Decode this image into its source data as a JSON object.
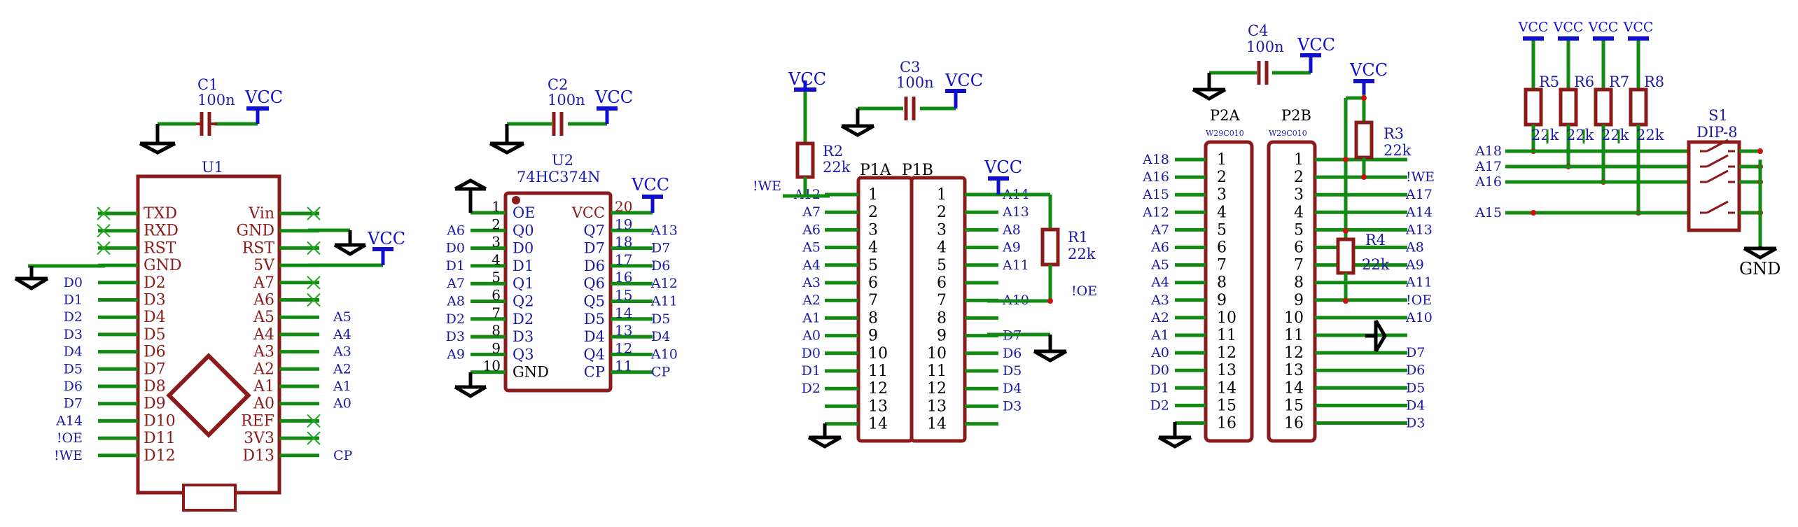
{
  "colors": {
    "wire": "#138a13",
    "component": "#8b1a1a",
    "net_label": "#1a1aa6",
    "power": "#1010cc",
    "ground": "#000000",
    "no_connect": "#1ea81e",
    "junction": "#cc1111"
  },
  "u1": {
    "ref": "U1",
    "left_pins": [
      "TXD",
      "RXD",
      "RST",
      "GND",
      "D2",
      "D3",
      "D4",
      "D5",
      "D6",
      "D7",
      "D8",
      "D9",
      "D10",
      "D11",
      "D12"
    ],
    "right_pins": [
      "Vin",
      "GND",
      "RST",
      "5V",
      "A7",
      "A6",
      "A5",
      "A4",
      "A3",
      "A2",
      "A1",
      "A0",
      "REF",
      "3V3",
      "D13"
    ],
    "left_nets": [
      "",
      "",
      "",
      "",
      "D0",
      "D1",
      "D2",
      "D3",
      "D4",
      "D5",
      "D6",
      "D7",
      "A14",
      "!OE",
      "!WE"
    ],
    "right_nets": [
      "",
      "",
      "",
      "",
      "",
      "",
      "A5",
      "A4",
      "A3",
      "A2",
      "A1",
      "A0",
      "",
      "",
      "CP"
    ],
    "c1": {
      "ref": "C1",
      "value": "100n"
    },
    "vcc_top": "VCC",
    "vcc_side": "VCC"
  },
  "u2": {
    "ref": "U2",
    "value": "74HC374N",
    "left_nums": [
      "1",
      "2",
      "3",
      "4",
      "5",
      "6",
      "7",
      "8",
      "9",
      "10"
    ],
    "left_pins": [
      "OE",
      "Q0",
      "D0",
      "D1",
      "Q1",
      "Q2",
      "D2",
      "D3",
      "Q3",
      "GND"
    ],
    "left_nets": [
      "",
      "A6",
      "D0",
      "D1",
      "A7",
      "A8",
      "D2",
      "D3",
      "A9",
      ""
    ],
    "right_nums": [
      "20",
      "19",
      "18",
      "17",
      "16",
      "15",
      "14",
      "13",
      "12",
      "11"
    ],
    "right_pins": [
      "VCC",
      "Q7",
      "D7",
      "D6",
      "Q6",
      "Q5",
      "D5",
      "D4",
      "Q4",
      "CP"
    ],
    "right_nets": [
      "",
      "A13",
      "D7",
      "D6",
      "A12",
      "A11",
      "D5",
      "D4",
      "A10",
      "CP"
    ],
    "c2": {
      "ref": "C2",
      "value": "100n"
    },
    "vcc_top": "VCC",
    "vcc_side": "VCC"
  },
  "p1": {
    "ref_a": "P1A",
    "ref_b": "P1B",
    "nums": [
      "1",
      "2",
      "3",
      "4",
      "5",
      "6",
      "7",
      "8",
      "9",
      "10",
      "11",
      "12",
      "13",
      "14"
    ],
    "left_nets": [
      "A12",
      "A7",
      "A6",
      "A5",
      "A4",
      "A3",
      "A2",
      "A1",
      "A0",
      "D0",
      "D1",
      "D2",
      "",
      ""
    ],
    "right_nets": [
      "A14",
      "A13",
      "A8",
      "A9",
      "A11",
      "",
      "A10",
      "",
      "D7",
      "D6",
      "D5",
      "D4",
      "D3",
      ""
    ],
    "c3": {
      "ref": "C3",
      "value": "100n"
    },
    "r1": {
      "ref": "R1",
      "value": "22k"
    },
    "r2": {
      "ref": "R2",
      "value": "22k"
    },
    "we": "!WE",
    "oe": "!OE",
    "vcc_c3": "VCC",
    "vcc_r2": "VCC",
    "vcc_r1": "VCC"
  },
  "p2": {
    "ref_a": "P2A",
    "ref_b": "P2B",
    "chip": "W29C010",
    "nums": [
      "1",
      "2",
      "3",
      "4",
      "5",
      "6",
      "7",
      "8",
      "9",
      "10",
      "11",
      "12",
      "13",
      "14",
      "15",
      "16"
    ],
    "left_nets": [
      "A18",
      "A16",
      "A15",
      "A12",
      "A7",
      "A6",
      "A5",
      "A4",
      "A3",
      "A2",
      "A1",
      "A0",
      "D0",
      "D1",
      "D2",
      ""
    ],
    "right_nets": [
      "",
      "!WE",
      "A17",
      "A14",
      "A13",
      "A8",
      "A9",
      "A11",
      "!OE",
      "A10",
      "",
      "D7",
      "D6",
      "D5",
      "D4",
      "D3"
    ],
    "c4": {
      "ref": "C4",
      "value": "100n"
    },
    "r3": {
      "ref": "R3",
      "value": "22k"
    },
    "r4": {
      "ref": "R4",
      "value": "22k"
    },
    "vcc_c4": "VCC",
    "vcc_r3": "VCC"
  },
  "s1": {
    "ref": "S1",
    "value": "DIP-8",
    "vcc": [
      "VCC",
      "VCC",
      "VCC",
      "VCC"
    ],
    "resistors": [
      {
        "ref": "R5",
        "value": "22k"
      },
      {
        "ref": "R6",
        "value": "22k"
      },
      {
        "ref": "R7",
        "value": "22k"
      },
      {
        "ref": "R8",
        "value": "22k"
      }
    ],
    "nets": [
      "A18",
      "A17",
      "A16",
      "A15"
    ],
    "gnd": "GND"
  }
}
